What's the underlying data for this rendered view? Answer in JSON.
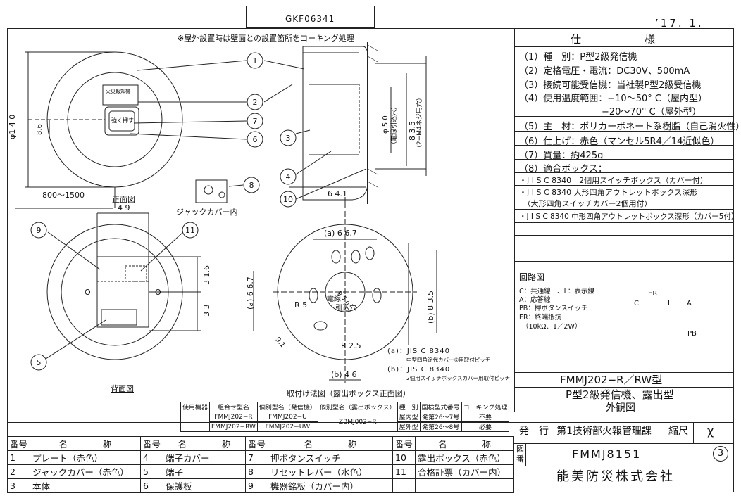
{
  "header": {
    "code": "GKF06341",
    "date": "’17. 1.",
    "note": "※屋外設置時は壁面との設置箇所をコーキング処理"
  },
  "spec": {
    "title": "仕　　　　　　様",
    "rows": [
      "（1）種　別：P型2級発信機",
      "（2）定格電圧・電流：DC30V、500mA",
      "（3）接続可能受信機：当社製P型2級受信機",
      "（4）使用温度範囲：−10～50° C（屋内型）",
      "　　　　　　　　　−20～70° C（屋外型）",
      "（5）主　材：ポリカーボネート系樹脂（自己消火性）",
      "（6）仕上げ：赤色（マンセル5R4／14近似色）",
      "（7）質量：約425g",
      "（8）適合ボックス：",
      "・J I S C 8340　2個用スイッチボックス（カバー付）",
      "・J I S C 8340 大形四角アウトレットボックス深形",
      "　（大形四角スイッチカバー2個用付）",
      "・J I S C 8340 中形四角アウトレットボックス深形（カバー5付）"
    ]
  },
  "circuit": {
    "title": "回路図",
    "legend": [
      "C：共通線　、L：表示線",
      "A：応答線",
      "PB：押ボタンスイッチ",
      "ER：終端抵抗",
      "（10kΩ、1／2W）"
    ],
    "labels": {
      "c": "C",
      "l": "L",
      "a": "A",
      "er": "ER",
      "pb": "PB"
    }
  },
  "title_block": {
    "model": "FMMJ202−R／RW型",
    "name": "P型2級発信機、露出型",
    "kind": "外観図",
    "issue_label": "発　行",
    "department": "第1技術部火報管理課",
    "scale_label": "縮尺",
    "scale_value": "χ",
    "drawing_label_1": "図",
    "drawing_label_2": "番",
    "drawing_number": "FMMJ8151",
    "revision": "3",
    "company": "能美防災株式会社"
  },
  "views": {
    "front_label": "正面図",
    "back_label": "背面図",
    "jack_label": "ジャックカバー内",
    "mount_label": "取付け法図（露出ボックス正面図）",
    "plate_text_1": "火災報知機",
    "plate_text_2": "強く押す",
    "wire_text_1": "電線",
    "wire_text_2": "引込穴",
    "side_text_1": "φ50",
    "side_text_2": "（電線引込穴）",
    "side_text_3": "（2−M4ネジ用穴）",
    "note_a_1": "(a)：JIS C 8340",
    "note_a_2": "中型四角涂代カバー⑤用取付ピッチ",
    "note_b_1": "(b)：JIS C 8340",
    "note_b_2": "2個用スイッチボックスカバー用取付ピッチ"
  },
  "dimensions": {
    "d140": "φ1 4 0",
    "d8_6": "8.6",
    "d800": "800～1500",
    "d49": "4 9",
    "d31_6": "3 1.6",
    "d33": "3 3",
    "d64_1": "6 4.1",
    "d83_5": "8 3.5",
    "d50": "φ 5 0",
    "a66_7_h": "(a) 6 6.7",
    "a66_7_v": "(a) 6 6.7",
    "b83_5": "(b) 8 3.5",
    "r5": "R 5",
    "r2_5": "R 2.5",
    "d9_1": "9.1",
    "b46": "(b) 4 6",
    "o_left": "O",
    "o_right": "O"
  },
  "callouts": [
    "1",
    "2",
    "3",
    "4",
    "5",
    "6",
    "7",
    "8",
    "9",
    "10",
    "11"
  ],
  "model_table": {
    "headers": [
      "使用機器",
      "組合せ型名",
      "個別型名（発信機）",
      "個別型名（露出ボックス）",
      "種　別",
      "国検型式番号",
      "コーキング処理"
    ],
    "rows": [
      [
        "",
        "FMMJ202−R",
        "FMMJ202−U",
        "ZBMJ002−R",
        "屋内型",
        "発第26～7号",
        "不要"
      ],
      [
        "",
        "FMMJ202−RW",
        "FMMJ202−UW",
        "",
        "屋外型",
        "発第26～8号",
        "必要"
      ]
    ]
  },
  "parts": {
    "col_no": "番号",
    "col_name": "名　　　　称",
    "items": [
      [
        "1",
        "プレート（赤色）",
        "4",
        "端子カバー",
        "7",
        "押ボタンスイッチ",
        "10",
        "露出ボックス（赤色）"
      ],
      [
        "2",
        "ジャックカバー（赤色）",
        "5",
        "端子",
        "8",
        "リセットレバー（水色）",
        "11",
        "合格証票（カバー内）"
      ],
      [
        "3",
        "本体",
        "6",
        "保護板",
        "9",
        "機器銘板（カバー内）",
        "",
        ""
      ]
    ]
  }
}
